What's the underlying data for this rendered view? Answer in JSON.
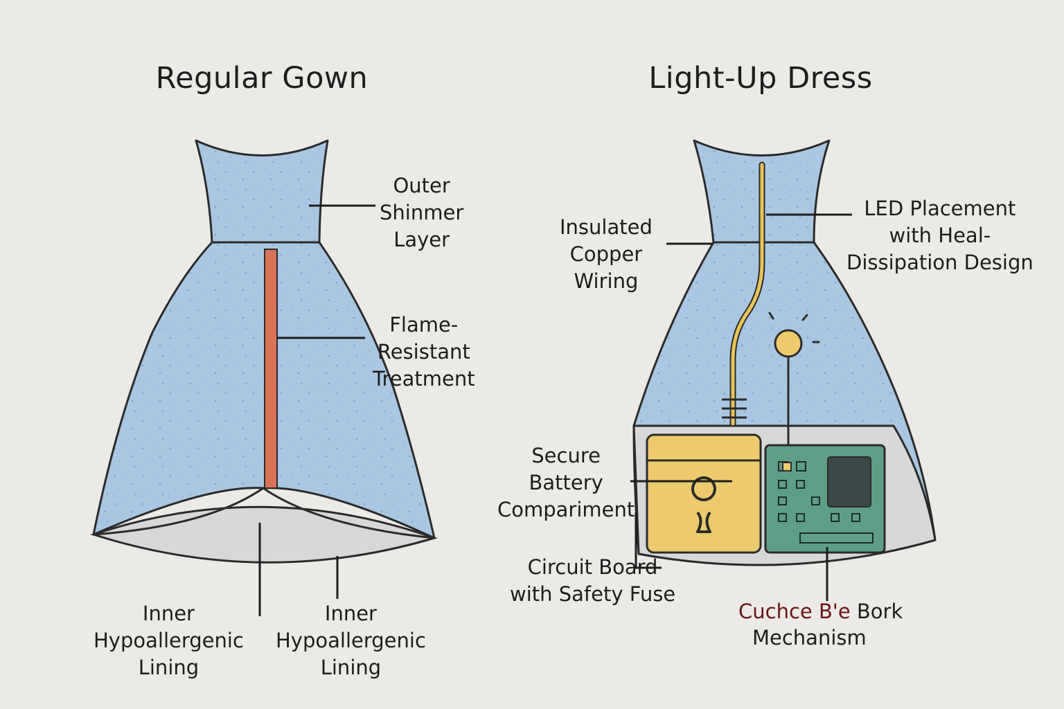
{
  "titles": {
    "left": "Regular Gown",
    "right": "Light-Up Dress"
  },
  "regular_gown": {
    "labels": {
      "outer_layer": "Outer\nShinmer\nLayer",
      "flame": "Flame-\nResistant\nTreatment",
      "lining_1": "Inner\nHypoallergenic\nLining",
      "lining_2": "Inner\nHypoallergenic\nLining"
    }
  },
  "light_up_dress": {
    "labels": {
      "wiring": "Insulated\nCopper\nWiring",
      "led": "LED Placement\nwith Heal-\nDissipation Design",
      "battery": "Secure\nBattery\nCompariment",
      "circuit": "Circuit Board\nwith Safety Fuse",
      "mechanism_1": "Cuchce B'e",
      "mechanism_2": "Bork",
      "mechanism_3": "Mechanism"
    }
  },
  "colors": {
    "fabric": "#a9c7e3",
    "lining": "#d8d8d8",
    "flame_strip": "#d97358",
    "copper": "#e9c35a",
    "battery": "#edcb6c",
    "circuit": "#5f9e86",
    "background": "#ebeae6"
  }
}
